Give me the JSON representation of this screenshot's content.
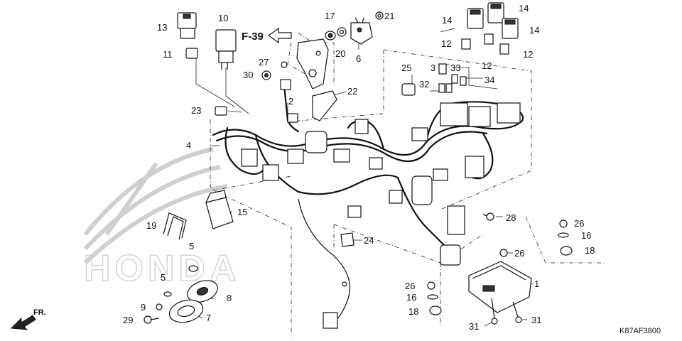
{
  "callouts": {
    "c1": "1",
    "c2": "2",
    "c3": "3",
    "c4": "4",
    "c5a": "5",
    "c5b": "5",
    "c6": "6",
    "c7": "7",
    "c8": "8",
    "c9": "9",
    "c10": "10",
    "c11": "11",
    "c12a": "12",
    "c12b": "12",
    "c12c": "12",
    "c13": "13",
    "c14a": "14",
    "c14b": "14",
    "c14c": "14",
    "c15": "15",
    "c16a": "16",
    "c16b": "16",
    "c17": "17",
    "c18a": "18",
    "c18b": "18",
    "c19": "19",
    "c20": "20",
    "c21": "21",
    "c22": "22",
    "c23": "23",
    "c24": "24",
    "c25": "25",
    "c26a": "26",
    "c26b": "26",
    "c26c": "26",
    "c27": "27",
    "c28": "28",
    "c29": "29",
    "c30": "30",
    "c31a": "31",
    "c31b": "31",
    "c32": "32",
    "c33": "33",
    "c34": "34"
  },
  "reference": "F-39",
  "front_label": "FR.",
  "diagram_code": "K87AF3800",
  "watermark": "HONDA",
  "icons": [
    "arrow-left-icon",
    "front-arrow-icon",
    "honda-wing-logo"
  ]
}
